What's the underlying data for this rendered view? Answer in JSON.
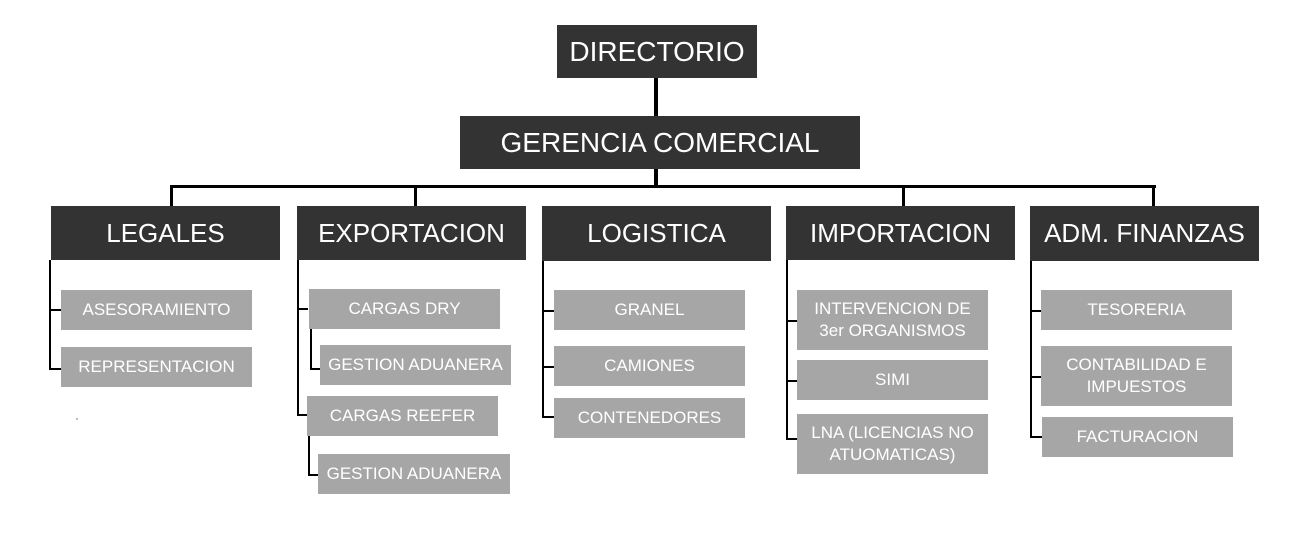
{
  "chart": {
    "root": "DIRECTORIO",
    "management": "GERENCIA COMERCIAL",
    "departments": [
      {
        "name": "LEGALES",
        "items": [
          "ASESORAMIENTO",
          "REPRESENTACION"
        ]
      },
      {
        "name": "EXPORTACION",
        "items": [
          "CARGAS DRY",
          "GESTION ADUANERA",
          "CARGAS REEFER",
          "GESTION ADUANERA"
        ]
      },
      {
        "name": "LOGISTICA",
        "items": [
          "GRANEL",
          "CAMIONES",
          "CONTENEDORES"
        ]
      },
      {
        "name": "IMPORTACION",
        "items": [
          "INTERVENCION DE 3er ORGANISMOS",
          "SIMI",
          "LNA (LICENCIAS NO ATUOMATICAS)"
        ]
      },
      {
        "name": "ADM. FINANZAS",
        "items": [
          "TESORERIA",
          "CONTABILIDAD E IMPUESTOS",
          "FACTURACION"
        ]
      }
    ]
  },
  "colors": {
    "header_box": "#333333",
    "item_box": "#a6a6a6",
    "connector": "#000000",
    "text": "#ffffff"
  }
}
